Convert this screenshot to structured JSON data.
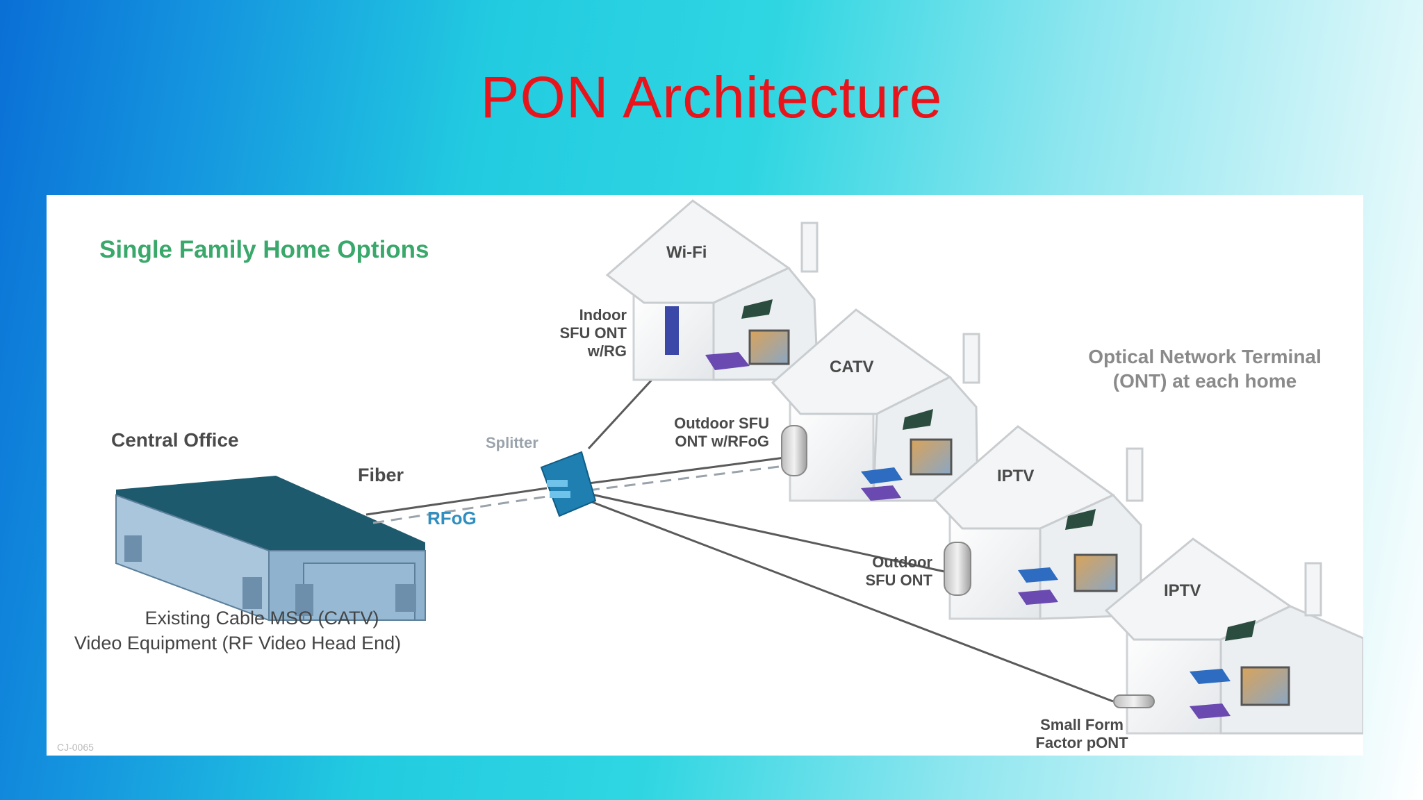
{
  "slide": {
    "title": "PON Architecture"
  },
  "diagram": {
    "heading": "Single Family Home Options",
    "central_office": "Central Office",
    "fiber": "Fiber",
    "rfog": "RFoG",
    "splitter": "Splitter",
    "co_caption_1": "Existing Cable MSO (CATV)",
    "co_caption_2": "Video Equipment  (RF Video Head End)",
    "ont_note_1": "Optical Network Terminal",
    "ont_note_2": "(ONT) at each home",
    "house_1_label": "Wi-Fi",
    "house_2_label": "CATV",
    "house_3_label": "IPTV",
    "house_4_label": "IPTV",
    "indoor_ont_1": "Indoor",
    "indoor_ont_2": "SFU ONT",
    "indoor_ont_3": "w/RG",
    "outdoor_rfog_1": "Outdoor SFU",
    "outdoor_rfog_2": "ONT w/RFoG",
    "outdoor_ont_1": "Outdoor",
    "outdoor_ont_2": "SFU ONT",
    "small_ont_1": "Small Form",
    "small_ont_2": "Factor pONT",
    "watermark": "CJ-0065"
  },
  "colors": {
    "title": "#e8141b",
    "heading": "#3aa86b",
    "rfog": "#2f8fc0",
    "roof": "#1e5a6e",
    "building": "#8fb3cf"
  }
}
